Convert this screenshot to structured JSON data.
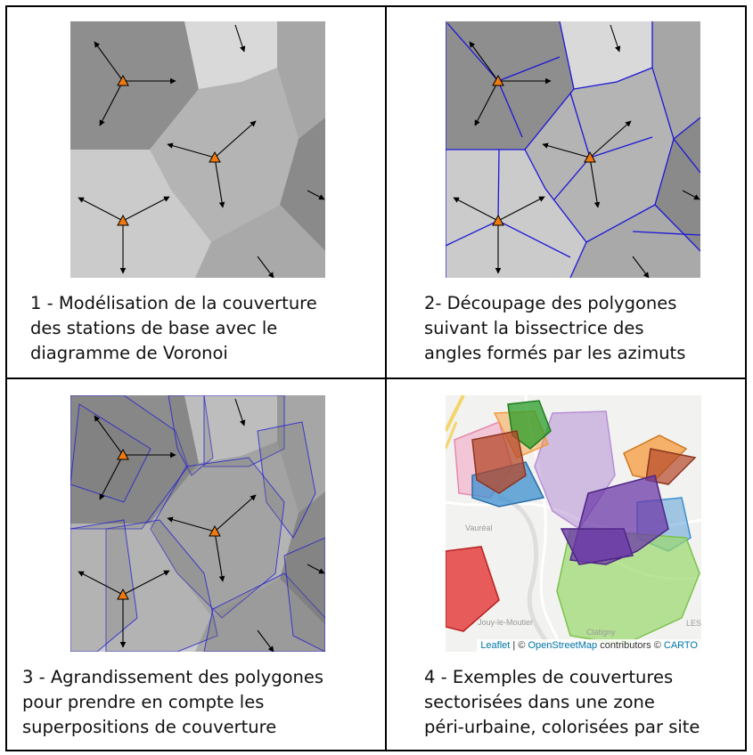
{
  "panels": [
    {
      "caption": "1 - Modélisation de la couverture\ndes stations de base avec le\ndiagramme de Voronoi"
    },
    {
      "caption": "2- Découpage des polygones\nsuivant la bissectrice des\nangles formés par les azimuts"
    },
    {
      "caption": "3 - Agrandissement des polygones\npour prendre en compte les\nsuperpositions de couverture"
    },
    {
      "caption": "4 - Exemples de couvertures\nsectorisées dans une zone\npéri-urbaine, colorisées par site"
    }
  ],
  "map": {
    "place_labels": [
      "Vauréal",
      "Jouy-le-Moutier",
      "Clatigny",
      "LES RO"
    ],
    "attribution": {
      "leaflet": "Leaflet",
      "sep1": " | © ",
      "osm": "OpenStreetMap",
      "contributors": " contributors © ",
      "carto": "CARTO"
    }
  },
  "colors": {
    "grid_line": "#000000",
    "cell_dark": "#8c8c8c",
    "cell_light": "#d2d2d2",
    "split_line": "#1c17d6",
    "station_fill": "#f07a10",
    "sector_colors": [
      "#f59b3d",
      "#2a9d2a",
      "#b78fd6",
      "#3c8fd0",
      "#b5482a",
      "#6c3aa8",
      "#e33535",
      "#9ad86b",
      "#f2a8c4"
    ]
  }
}
